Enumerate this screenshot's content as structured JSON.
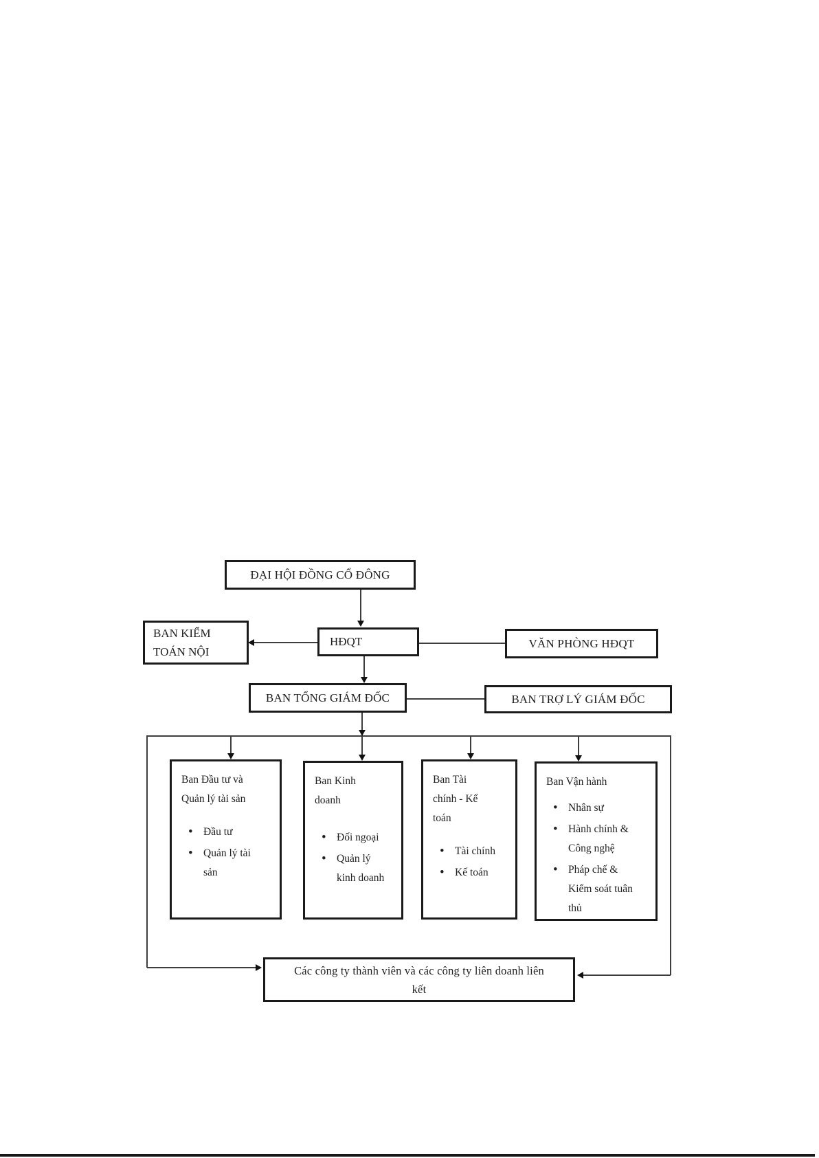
{
  "diagram": {
    "shareholders": {
      "label": "ĐẠI HỘI ĐỒNG CỔ ĐÔNG"
    },
    "internal_audit": {
      "label": "BAN KIỂM TOÁN NỘI"
    },
    "board": {
      "label": "HĐQT"
    },
    "board_office": {
      "label": "VĂN PHÒNG HĐQT"
    },
    "ceo_board": {
      "label": "BAN TỔNG GIÁM ĐỐC"
    },
    "assistant_board": {
      "label": "BAN TRỢ LÝ GIÁM ĐỐC"
    },
    "departments": [
      {
        "title": "Ban Đầu tư và Quản lý tài sản",
        "items": [
          "Đầu tư",
          "Quản lý tài sản"
        ]
      },
      {
        "title": "Ban Kinh doanh",
        "items": [
          "Đối ngoại",
          "Quản lý kinh doanh"
        ]
      },
      {
        "title": "Ban Tài chính - Kế toán",
        "items": [
          "Tài chính",
          "Kế toán"
        ]
      },
      {
        "title": "Ban Vận hành",
        "items": [
          "Nhân sự",
          "Hành chính & Công nghệ",
          "Pháp chế & Kiểm soát tuân thủ"
        ]
      }
    ],
    "subsidiaries": {
      "label": "Các công ty thành viên và các công ty liên doanh liên kết"
    }
  },
  "colors": {
    "border": "#1a1a1a",
    "line": "#3d3d3d",
    "background": "#ffffff"
  }
}
